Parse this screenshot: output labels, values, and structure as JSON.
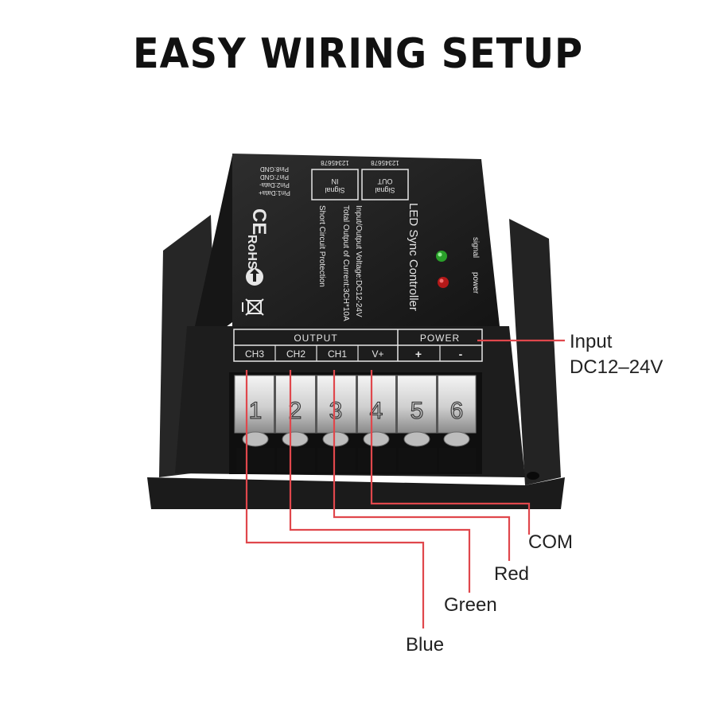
{
  "title": "EASY WIRING SETUP",
  "device": {
    "name": "LED Sync Controller",
    "indicators": [
      "signal",
      "power"
    ],
    "specs": [
      "Input/Output Voltage:DC12-24V",
      "Total Output of Current:3CH*10A",
      "Short Circuit Protection"
    ],
    "pinout": [
      "Pin1:Data+",
      "Pin2:Data-",
      "Pin7:GND",
      "Pin8:GND"
    ],
    "ports": [
      {
        "label": "Signal",
        "sub": "IN",
        "numbers": "12345678"
      },
      {
        "label": "Signal",
        "sub": "OUT",
        "numbers": "12345678"
      }
    ],
    "marks": [
      "CE",
      "RoHS"
    ],
    "group_output": "OUTPUT",
    "group_power": "POWER",
    "terminal_labels": [
      "CH3",
      "CH2",
      "CH1",
      "V+",
      "+",
      "-"
    ],
    "terminal_numbers": [
      "1",
      "2",
      "3",
      "4",
      "5",
      "6"
    ]
  },
  "callouts": {
    "input_line1": "Input",
    "input_line2": "DC12–24V",
    "com": "COM",
    "red": "Red",
    "green": "Green",
    "blue": "Blue"
  },
  "colors": {
    "body": "#1e1e1e",
    "bracket": "#2a2a2a",
    "callout_line": "#e0474c",
    "print": "#e6e6e6",
    "led_signal": "#2aa02a",
    "led_power": "#b31818"
  }
}
